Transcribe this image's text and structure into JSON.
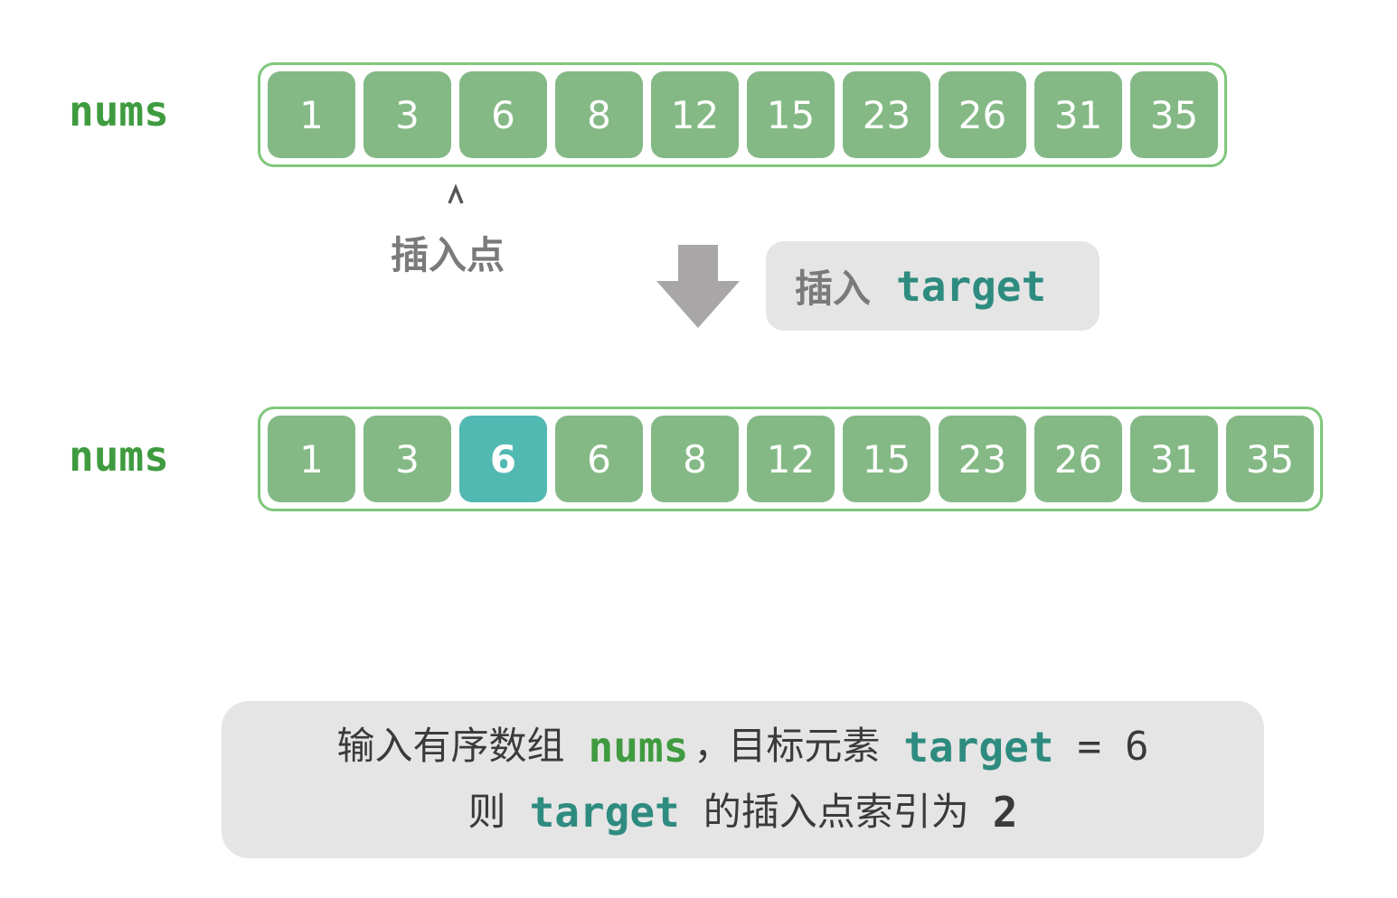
{
  "top": {
    "label": "nums",
    "cells": [
      {
        "value": "1",
        "highlight": false
      },
      {
        "value": "3",
        "highlight": false
      },
      {
        "value": "6",
        "highlight": false
      },
      {
        "value": "8",
        "highlight": false
      },
      {
        "value": "12",
        "highlight": false
      },
      {
        "value": "15",
        "highlight": false
      },
      {
        "value": "23",
        "highlight": false
      },
      {
        "value": "26",
        "highlight": false
      },
      {
        "value": "31",
        "highlight": false
      },
      {
        "value": "35",
        "highlight": false
      }
    ]
  },
  "insert_point_label": "插入点",
  "insert_box": {
    "word": "插入",
    "code": "target"
  },
  "bottom": {
    "label": "nums",
    "cells": [
      {
        "value": "1",
        "highlight": false
      },
      {
        "value": "3",
        "highlight": false
      },
      {
        "value": "6",
        "highlight": true
      },
      {
        "value": "6",
        "highlight": false
      },
      {
        "value": "8",
        "highlight": false
      },
      {
        "value": "12",
        "highlight": false
      },
      {
        "value": "15",
        "highlight": false
      },
      {
        "value": "23",
        "highlight": false
      },
      {
        "value": "26",
        "highlight": false
      },
      {
        "value": "31",
        "highlight": false
      },
      {
        "value": "35",
        "highlight": false
      }
    ]
  },
  "summary": {
    "line1": {
      "prefix": "输入有序数组",
      "nums": "nums",
      "comma": "，",
      "middle": "目标元素",
      "target": "target",
      "equals": "=",
      "value": "6"
    },
    "line2": {
      "prefix": "则",
      "target": "target",
      "middle": "的插入点索引为",
      "value": "2"
    }
  },
  "colors": {
    "cell": "#84b985",
    "cell_highlight": "#52b8b2",
    "array_border": "#7fc77b",
    "label_green": "#3f9b3f",
    "code_teal": "#2e8b7f",
    "box_gray": "#e5e5e5",
    "arrow_gray": "#a8a6a6"
  }
}
